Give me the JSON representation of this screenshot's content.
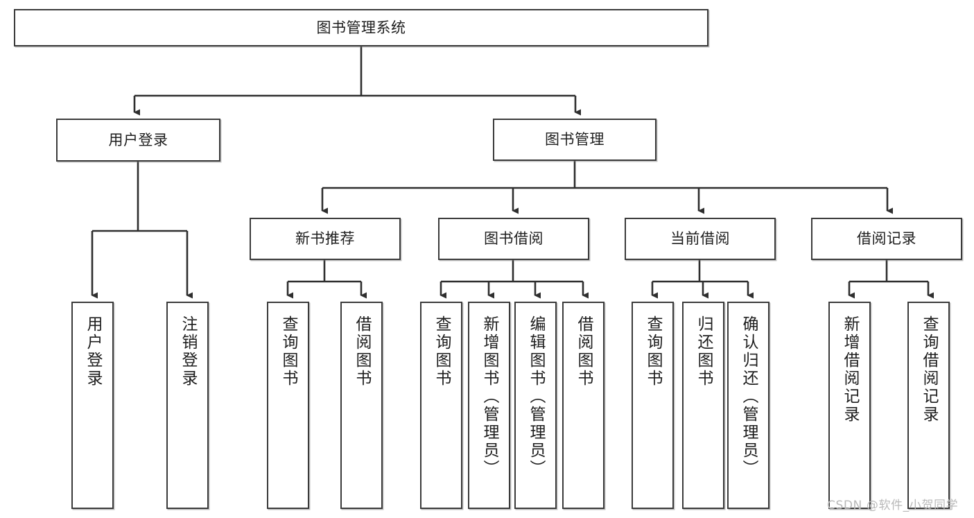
{
  "diagram": {
    "type": "tree-hierarchy",
    "title": "图书管理系统",
    "watermark": "CSDN @软件_小贺同学",
    "colors": {
      "stroke": "#3a3a3a",
      "fill": "#ffffff",
      "text": "#1d1d1d",
      "watermark": "#b9b9b9"
    },
    "nodes": {
      "root": {
        "label": "图书管理系统"
      },
      "level2": [
        {
          "label": "用户登录"
        },
        {
          "label": "图书管理"
        }
      ],
      "level3": [
        {
          "label": "新书推荐"
        },
        {
          "label": "图书借阅"
        },
        {
          "label": "当前借阅"
        },
        {
          "label": "借阅记录"
        }
      ],
      "leaves": {
        "user_login": [
          {
            "label": "用户登录"
          },
          {
            "label": "注销登录"
          }
        ],
        "new_book_recommend": [
          {
            "label": "查询图书"
          },
          {
            "label": "借阅图书"
          }
        ],
        "book_borrow": [
          {
            "label": "查询图书"
          },
          {
            "label": "新增图书（管理员）"
          },
          {
            "label": "编辑图书（管理员）"
          },
          {
            "label": "借阅图书"
          }
        ],
        "current_borrow": [
          {
            "label": "查询图书"
          },
          {
            "label": "归还图书"
          },
          {
            "label": "确认归还（管理员）"
          }
        ],
        "borrow_record": [
          {
            "label": "新增借阅记录"
          },
          {
            "label": "查询借阅记录"
          }
        ]
      }
    }
  }
}
